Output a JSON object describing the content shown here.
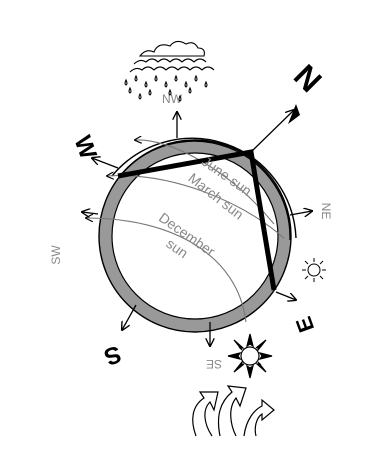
{
  "compass": {
    "north": "N",
    "east": "E",
    "south": "S",
    "west": "W",
    "northwest": "NW",
    "northeast": "NE",
    "southeast": "SE",
    "southwest": "SW"
  },
  "sun_paths": {
    "june": "June sun",
    "march": "March sun",
    "december": "December sun"
  },
  "colors": {
    "ink": "#000000",
    "ring_fill": "#999999",
    "label_grey": "#888888",
    "background": "#ffffff"
  },
  "icons": [
    "rain-cloud-icon",
    "small-sun-icon",
    "large-sun-icon",
    "wind-icon",
    "north-arrow-icon"
  ]
}
